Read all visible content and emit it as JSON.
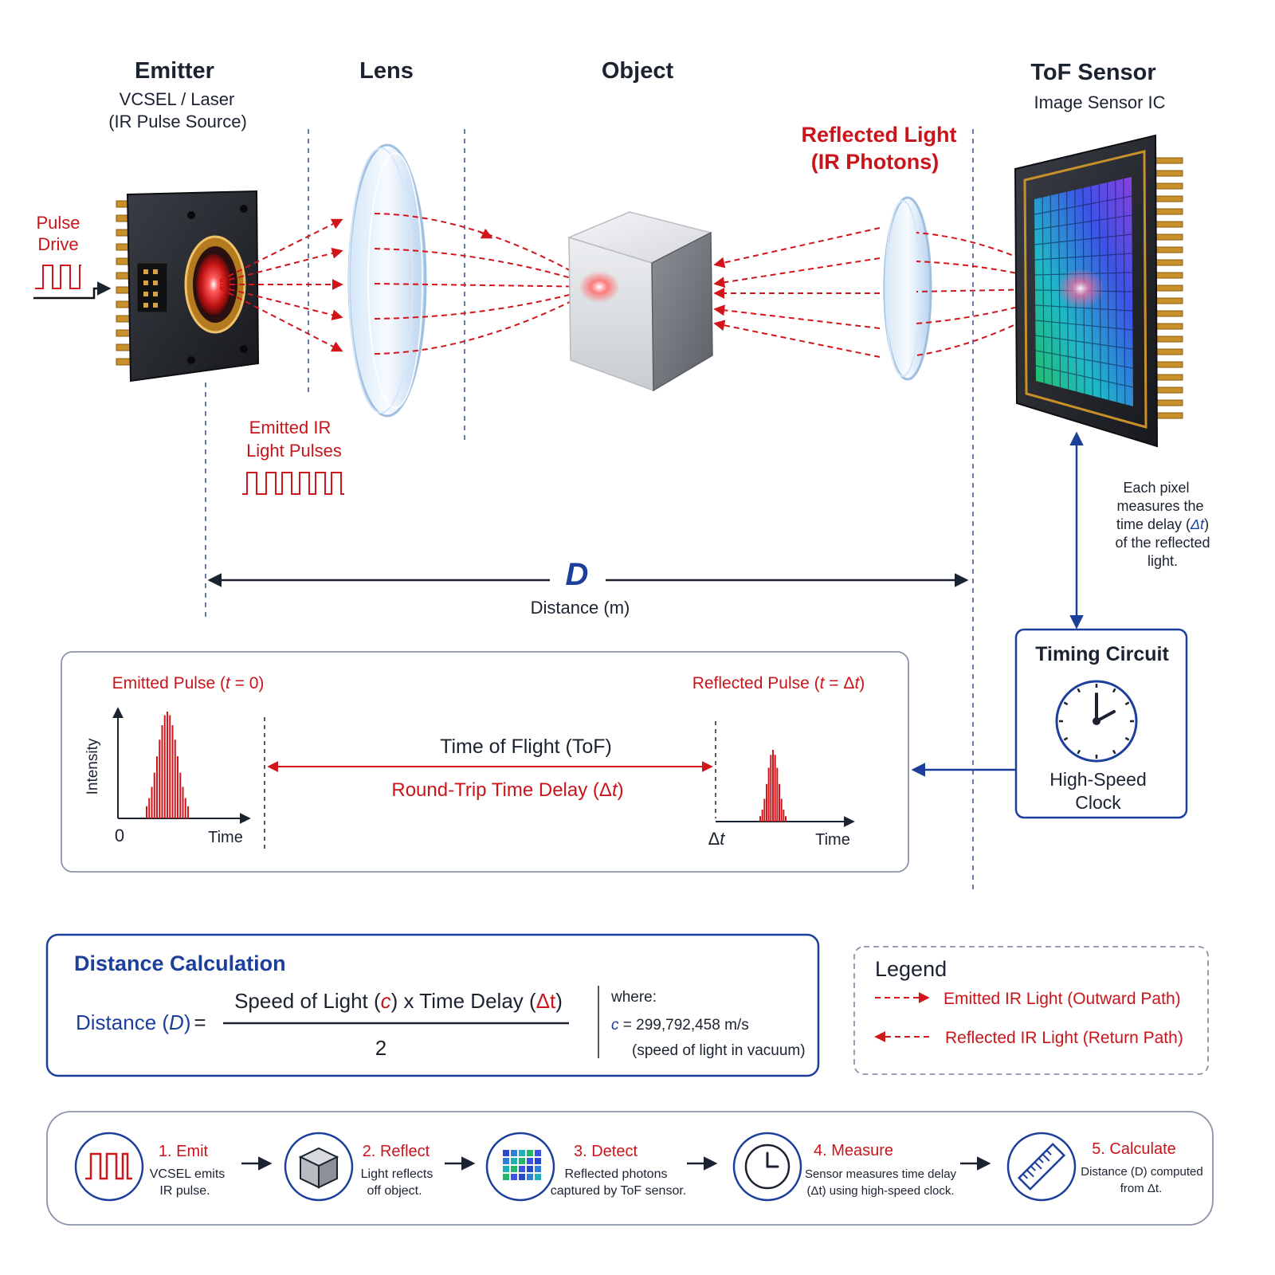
{
  "colors": {
    "accent_red": "#d0151b",
    "accent_blue": "#1c3f9c",
    "dark": "#1b2230"
  },
  "emitter": {
    "title": "Emitter",
    "sub1": "VCSEL / Laser",
    "sub2": "(IR Pulse Source)"
  },
  "lens": {
    "title": "Lens"
  },
  "object": {
    "title": "Object"
  },
  "sensor": {
    "title": "ToF Sensor",
    "sub": "Image Sensor IC"
  },
  "pulse_drive": {
    "line1": "Pulse",
    "line2": "Drive"
  },
  "reflected_label": {
    "line1": "Reflected Light",
    "line2": "(IR Photons)"
  },
  "emitted_label": {
    "line1": "Emitted IR",
    "line2": "Light Pulses"
  },
  "distance": {
    "symbol": "D",
    "label": "Distance (m)"
  },
  "pixel_note": {
    "line1": "Each pixel",
    "line2": "measures the",
    "line3_pre": "time delay (",
    "line3_sym": "Δt",
    "line3_post": ")",
    "line4": "of the reflected",
    "line5": "light."
  },
  "timing": {
    "title": "Timing Circuit",
    "line1": "High-Speed",
    "line2": "Clock"
  },
  "tof_panel": {
    "emitted_pre": "Emitted Pulse (",
    "emitted_t": "t",
    "emitted_post": " = 0)",
    "reflected_pre": "Reflected Pulse (",
    "reflected_t": "t",
    "reflected_post": " = Δ",
    "reflected_t2": "t",
    "reflected_end": ")",
    "intensity": "Intensity",
    "zero": "0",
    "time1": "Time",
    "time2": "Time",
    "delta_pre": "Δ",
    "delta_t": "t",
    "tof_title": "Time of Flight (ToF)",
    "tof_sub_pre": "Round-Trip Time Delay (Δ",
    "tof_sub_t": "t",
    "tof_sub_post": ")"
  },
  "calc": {
    "title": "Distance Calculation",
    "lhs_pre": "Distance (",
    "lhs_d": "D",
    "lhs_post": ")",
    "eq": "=",
    "num_a": "Speed of Light (",
    "num_c": "c",
    "num_b": ") x Time Delay (",
    "num_dt": "Δt",
    "num_e": ")",
    "den": "2",
    "where": "where:",
    "c_sym": "c",
    "c_val": " = 299,792,458 m/s",
    "c_note": "(speed of light in vacuum)"
  },
  "legend": {
    "title": "Legend",
    "item1": "Emitted IR Light (Outward Path)",
    "item2": "Reflected IR Light (Return Path)"
  },
  "steps": [
    {
      "icon": "pulse-icon",
      "title": "1. Emit",
      "line1": "VCSEL emits",
      "line2": "IR pulse."
    },
    {
      "icon": "cube-icon",
      "title": "2. Reflect",
      "line1": "Light reflects",
      "line2": "off object."
    },
    {
      "icon": "grid-icon",
      "title": "3. Detect",
      "line1": "Reflected photons",
      "line2": "captured by ToF sensor."
    },
    {
      "icon": "clock-icon",
      "title": "4. Measure",
      "line1": "Sensor measures time delay",
      "line2": "(Δt) using high-speed clock."
    },
    {
      "icon": "ruler-icon",
      "title": "5. Calculate",
      "line1": "Distance (D) computed",
      "line2": "from Δt."
    }
  ]
}
